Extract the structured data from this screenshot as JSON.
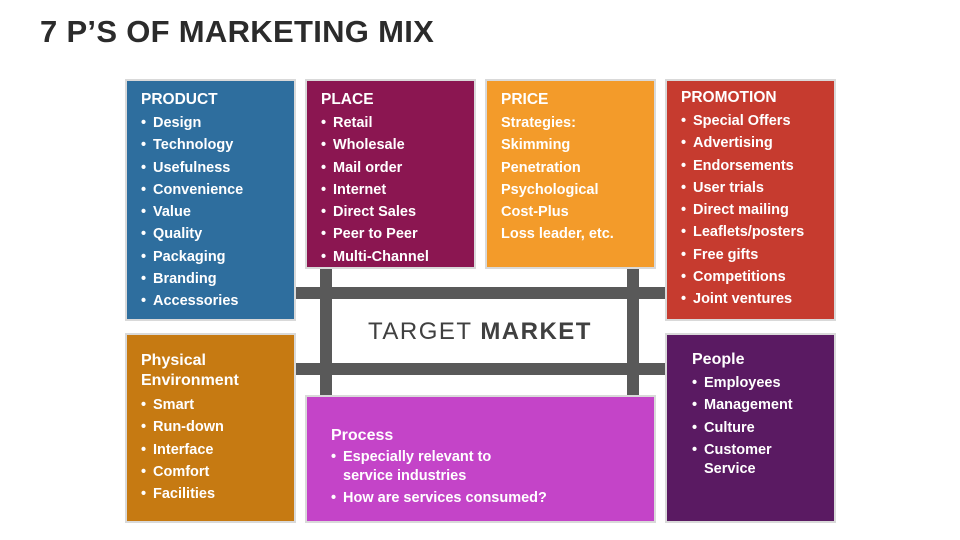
{
  "title": "7 P’S OF MARKETING MIX",
  "center": {
    "label_light": "TARGET",
    "label_bold": "MARKET"
  },
  "boxes": {
    "product": {
      "title": "PRODUCT",
      "color": "#2e6e9e",
      "items": [
        "Design",
        "Technology",
        "Usefulness",
        "Convenience",
        "Value",
        "Quality",
        "Packaging",
        "Branding",
        "Accessories"
      ]
    },
    "place": {
      "title": "PLACE",
      "color": "#8b1651",
      "items": [
        "Retail",
        "Wholesale",
        "Mail order",
        "Internet",
        "Direct Sales",
        "Peer to Peer",
        "Multi-Channel"
      ]
    },
    "price": {
      "title": "PRICE",
      "color": "#f39b2a",
      "items": [
        "Strategies:",
        "Skimming",
        "Penetration",
        "Psychological",
        "Cost-Plus",
        "Loss leader, etc."
      ]
    },
    "promotion": {
      "title": "PROMOTION",
      "color": "#c63b2f",
      "items": [
        "Special Offers",
        "Advertising",
        "Endorsements",
        "User trials",
        "Direct mailing",
        "Leaflets/posters",
        "Free gifts",
        "Competitions",
        "Joint ventures"
      ]
    },
    "physical": {
      "title_line1": "Physical",
      "title_line2": "Environment",
      "color": "#c67a12",
      "items": [
        "Smart",
        "Run-down",
        "Interface",
        "Comfort",
        "Facilities"
      ]
    },
    "process": {
      "title": "Process",
      "color": "#c444c8",
      "items": [
        "Especially relevant to service industries",
        "How are services consumed?"
      ]
    },
    "people": {
      "title": "People",
      "color": "#5a1a62",
      "items": [
        "Employees",
        "Management",
        "Culture",
        "Customer Service"
      ]
    }
  }
}
